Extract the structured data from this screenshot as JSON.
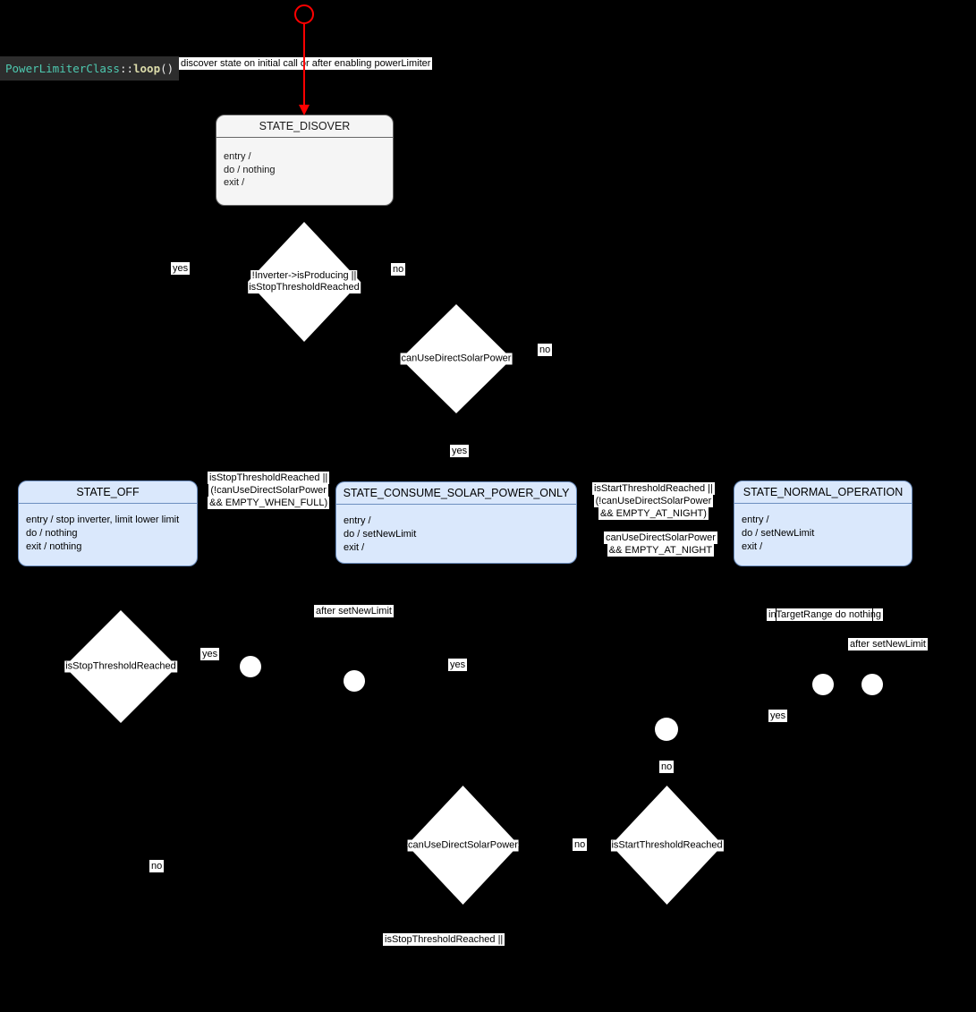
{
  "diagram": {
    "bg_color": "#000000",
    "accent_red": "#ff0000",
    "state_fill_blue": "#dae8fc",
    "state_border_blue": "#6c8ebf",
    "state_fill_gray": "#f5f5f5",
    "state_border_gray": "#666666",
    "label_bg": "#ffffff",
    "label_text": "#000000",
    "code_bg": "#2d2d2d",
    "code_class_color": "#4ec9b0",
    "code_method_color": "#dcdcaa"
  },
  "code_label": {
    "class_name": "PowerLimiterClass",
    "separator": "::",
    "method": "loop",
    "parens": "()"
  },
  "start_note": "discover state on initial call or after enabling powerLimiter",
  "states": [
    {
      "title": "STATE_DISOVER",
      "lines": [
        "entry /",
        "do / nothing",
        "exit /"
      ]
    },
    {
      "title": "STATE_OFF",
      "lines": [
        "entry / stop inverter, limit lower limit",
        "do / nothing",
        "exit / nothing"
      ]
    },
    {
      "title": "STATE_CONSUME_SOLAR_POWER_ONLY",
      "lines": [
        "entry /",
        "do / setNewLimit",
        "exit /"
      ]
    },
    {
      "title": "STATE_NORMAL_OPERATION",
      "lines": [
        "entry /",
        "do / setNewLimit",
        "exit /"
      ]
    }
  ],
  "decisions": [
    {
      "line1": "!Inverter->isProducing ||",
      "line2": "isStopThresholdReached"
    },
    {
      "line1": "canUseDirectSolarPower",
      "line2": ""
    },
    {
      "line1": "isStopThresholdReached",
      "line2": ""
    },
    {
      "line1": "canUseDirectSolarPower",
      "line2": ""
    },
    {
      "line1": "isStartThresholdReached",
      "line2": ""
    }
  ],
  "labels": {
    "yes_discover": "yes",
    "no_discover": "no",
    "no_solar": "no",
    "yes_solar": "yes",
    "cond_to_off": [
      "isStopThresholdReached ||",
      "(!canUseDirectSolarPower",
      "&& EMPTY_WHEN_FULL)"
    ],
    "cond_to_consume": [
      "isStartThresholdReached ||",
      "(!canUseDirectSolarPower",
      "&& EMPTY_AT_NIGHT)"
    ],
    "cond_to_normal": [
      "canUseDirectSolarPower",
      "&& EMPTY_AT_NIGHT"
    ],
    "yes_stop": "yes",
    "after_set_new_limit_left": "after setNewLimit",
    "yes_mid": "yes",
    "in_target_range": "inTargetRange do nothing",
    "after_set_new_limit_right": "after setNewLimit",
    "yes_right": "yes",
    "no_junction": "no",
    "no_between": "no",
    "no_left": "no",
    "bottom_condition": "isStopThresholdReached ||"
  }
}
